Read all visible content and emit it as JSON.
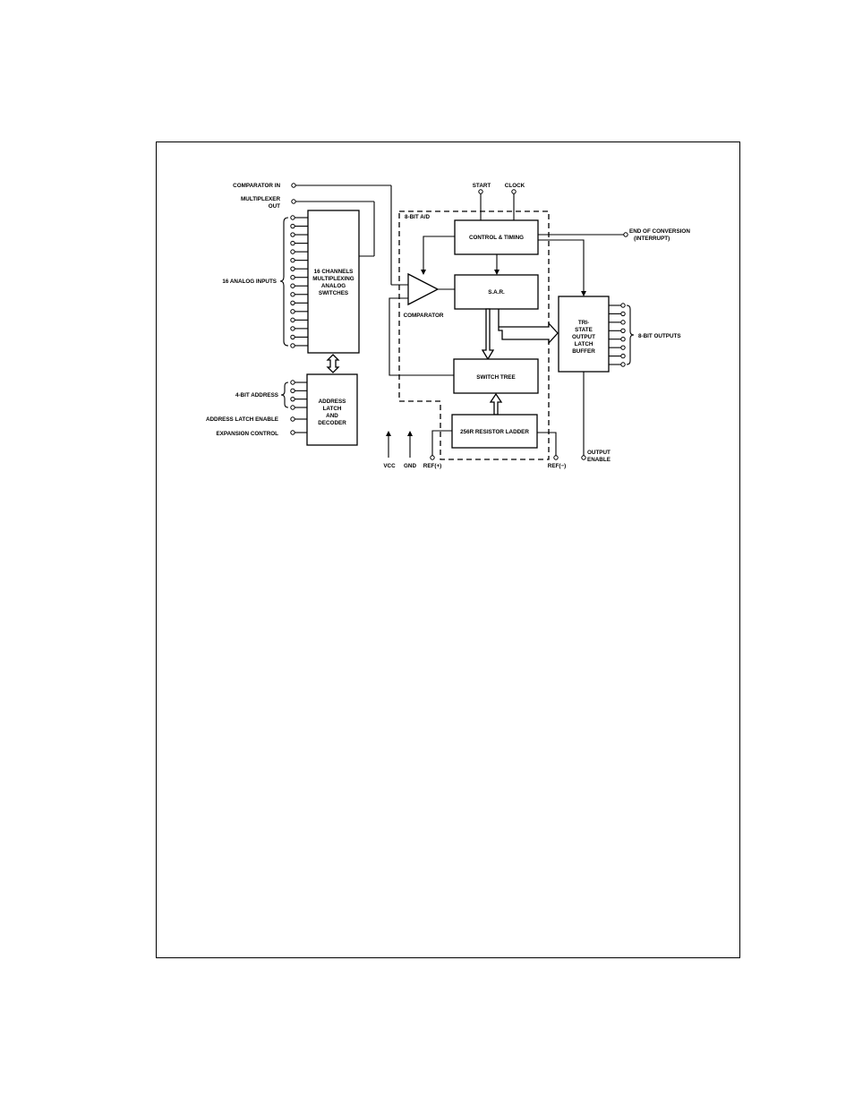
{
  "labels": {
    "comparator_in": "COMPARATOR IN",
    "multiplexer": "MULTIPLEXER",
    "multiplexer_out": "OUT",
    "analog_inputs": "16 ANALOG INPUTS",
    "mux_block": [
      "16 CHANNELS",
      "MULTIPLEXING",
      "ANALOG",
      "SWITCHES"
    ],
    "address_bits": "4-BIT ADDRESS",
    "address_latch_enable": "ADDRESS LATCH ENABLE",
    "expansion_control": "EXPANSION CONTROL",
    "address_block": [
      "ADDRESS",
      "LATCH",
      "AND",
      "DECODER"
    ],
    "adc_region": "8-BIT A/D",
    "start": "START",
    "clock": "CLOCK",
    "control_timing": "CONTROL & TIMING",
    "end_of_conversion": "END OF CONVERSION",
    "interrupt": "(INTERRUPT)",
    "sar": "S.A.R.",
    "comparator": "COMPARATOR",
    "switch_tree": "SWITCH TREE",
    "resistor_ladder": "256R RESISTOR LADDER",
    "output_block": [
      "TRI-",
      "STATE",
      "OUTPUT",
      "LATCH",
      "BUFFER"
    ],
    "outputs": "8-BIT OUTPUTS",
    "output_enable": [
      "OUTPUT",
      "ENABLE"
    ],
    "vcc": "VCC",
    "gnd": "GND",
    "ref_plus": "REF(+)",
    "ref_minus": "REF(−)"
  }
}
